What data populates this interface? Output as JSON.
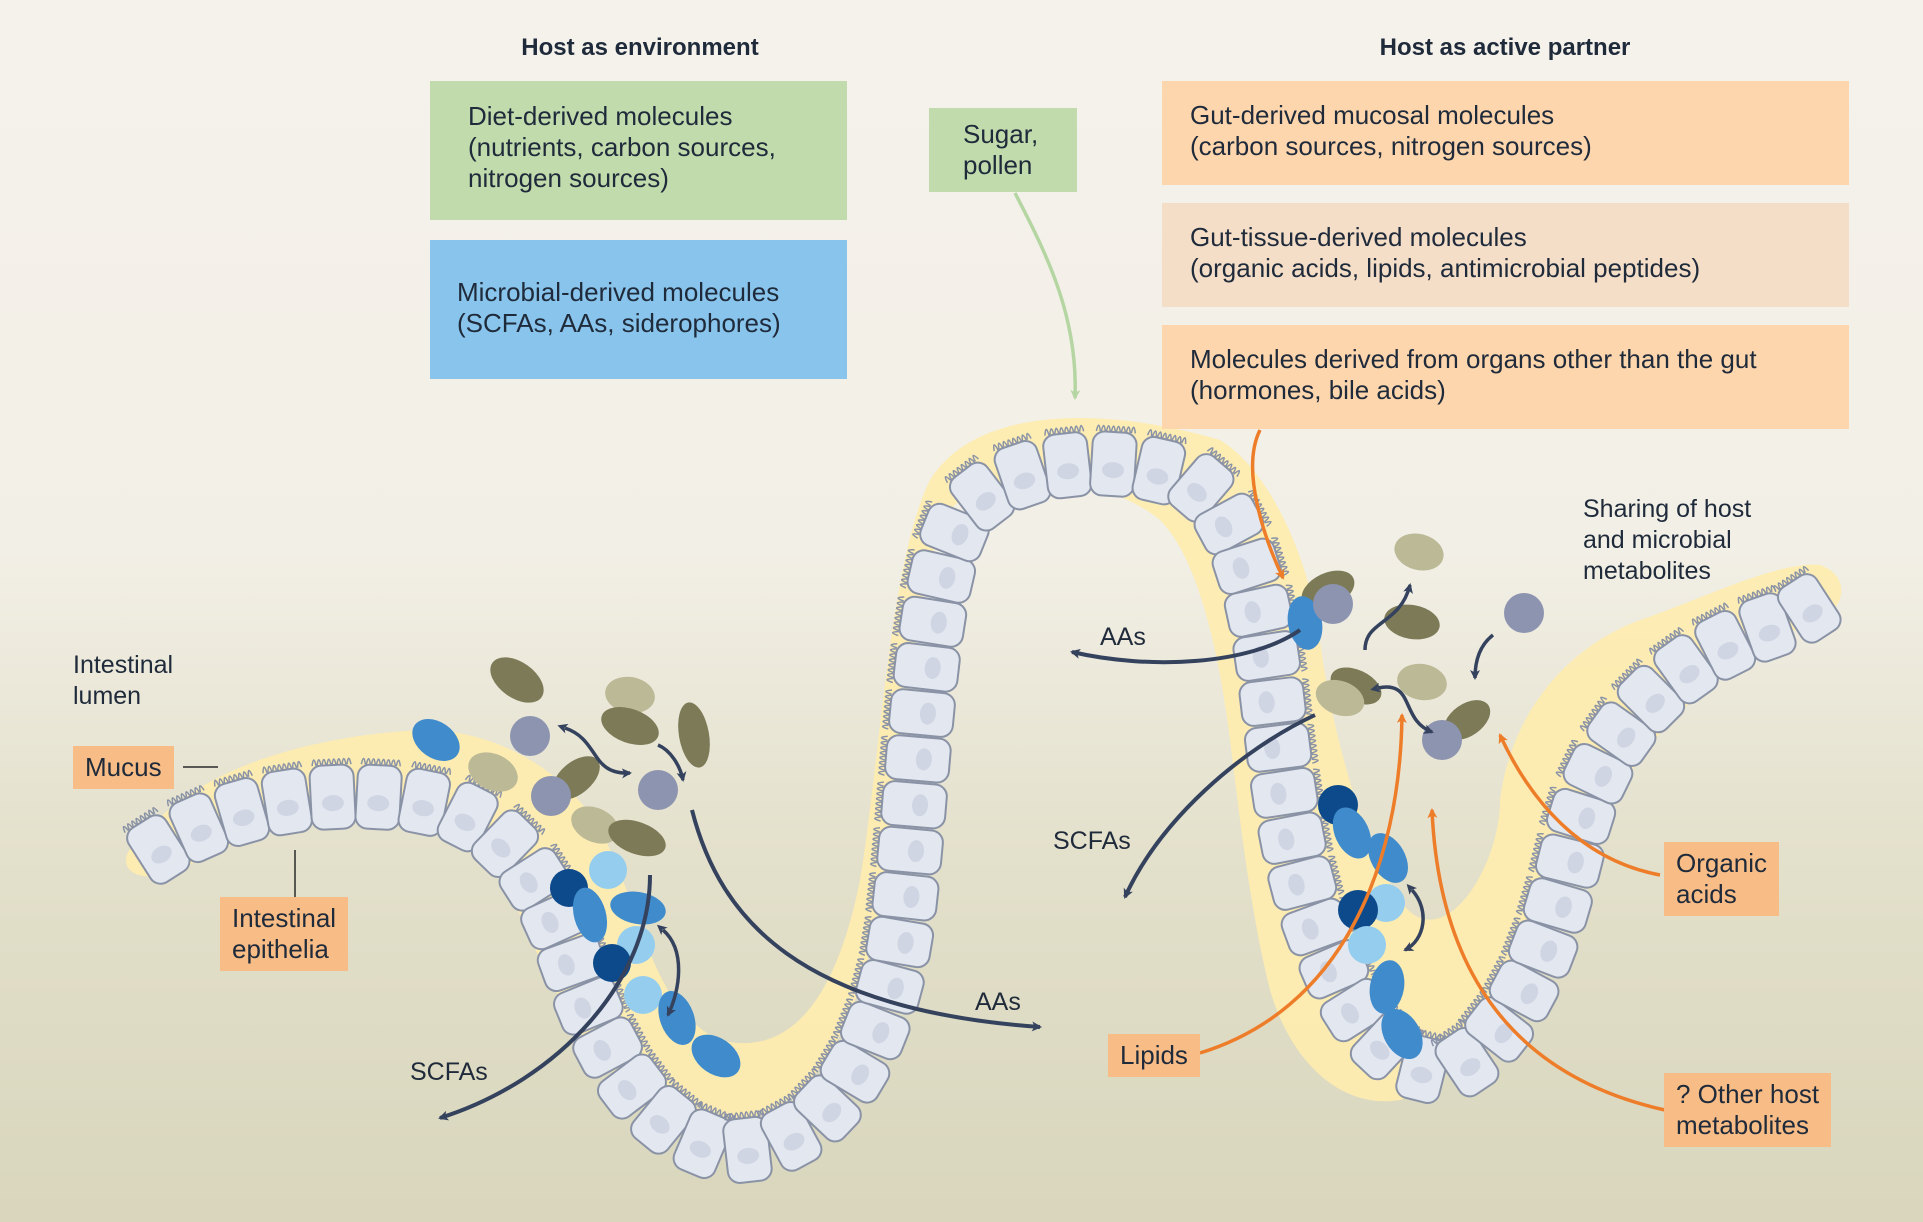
{
  "headings": {
    "left": "Host as environment",
    "right": "Host as active partner"
  },
  "boxes": {
    "diet": "Diet-derived molecules\n(nutrients, carbon sources,\nnitrogen sources)",
    "microbial": "Microbial-derived molecules\n(SCFAs, AAs, siderophores)",
    "sugar": "Sugar,\npollen",
    "gut_mucosal": "Gut-derived mucosal molecules\n(carbon sources, nitrogen sources)",
    "gut_tissue": "Gut-tissue-derived molecules\n(organic acids, lipids, antimicrobial peptides)",
    "other_organs": "Molecules derived from organs other than the gut\n(hormones, bile acids)"
  },
  "tags": {
    "mucus": "Mucus",
    "epithelia": "Intestinal\nepithelia",
    "organic_acids": "Organic\nacids",
    "lipids": "Lipids",
    "other_metabolites": "? Other host\nmetabolites"
  },
  "labels": {
    "lumen": "Intestinal\nlumen",
    "scfas_left": "SCFAs",
    "aas_middle": "AAs",
    "aas_right": "AAs",
    "scfas_right": "SCFAs",
    "sharing": "Sharing of host\nand microbial\nmetabolites"
  },
  "colors": {
    "green_box": "#c1dbad",
    "blue_box": "#88c4eb",
    "orange_box": "#fdd6ad",
    "peach_box": "#f4dec8",
    "tag": "#f8bd86",
    "mucus": "#fdecb0",
    "cell": "#e3e7f0",
    "cell_stroke": "#8a93a6",
    "arrow_dark": "#34425e",
    "arrow_orange": "#ee7d2a",
    "arrow_green": "#b5d6a2",
    "microbe_olive": "#7d7a58",
    "microbe_tan": "#bcb996",
    "microbe_grey": "#8d94b0",
    "microbe_blue": "#3f8bcc",
    "microbe_light": "#95cdef",
    "microbe_navy": "#0d4a8b"
  }
}
